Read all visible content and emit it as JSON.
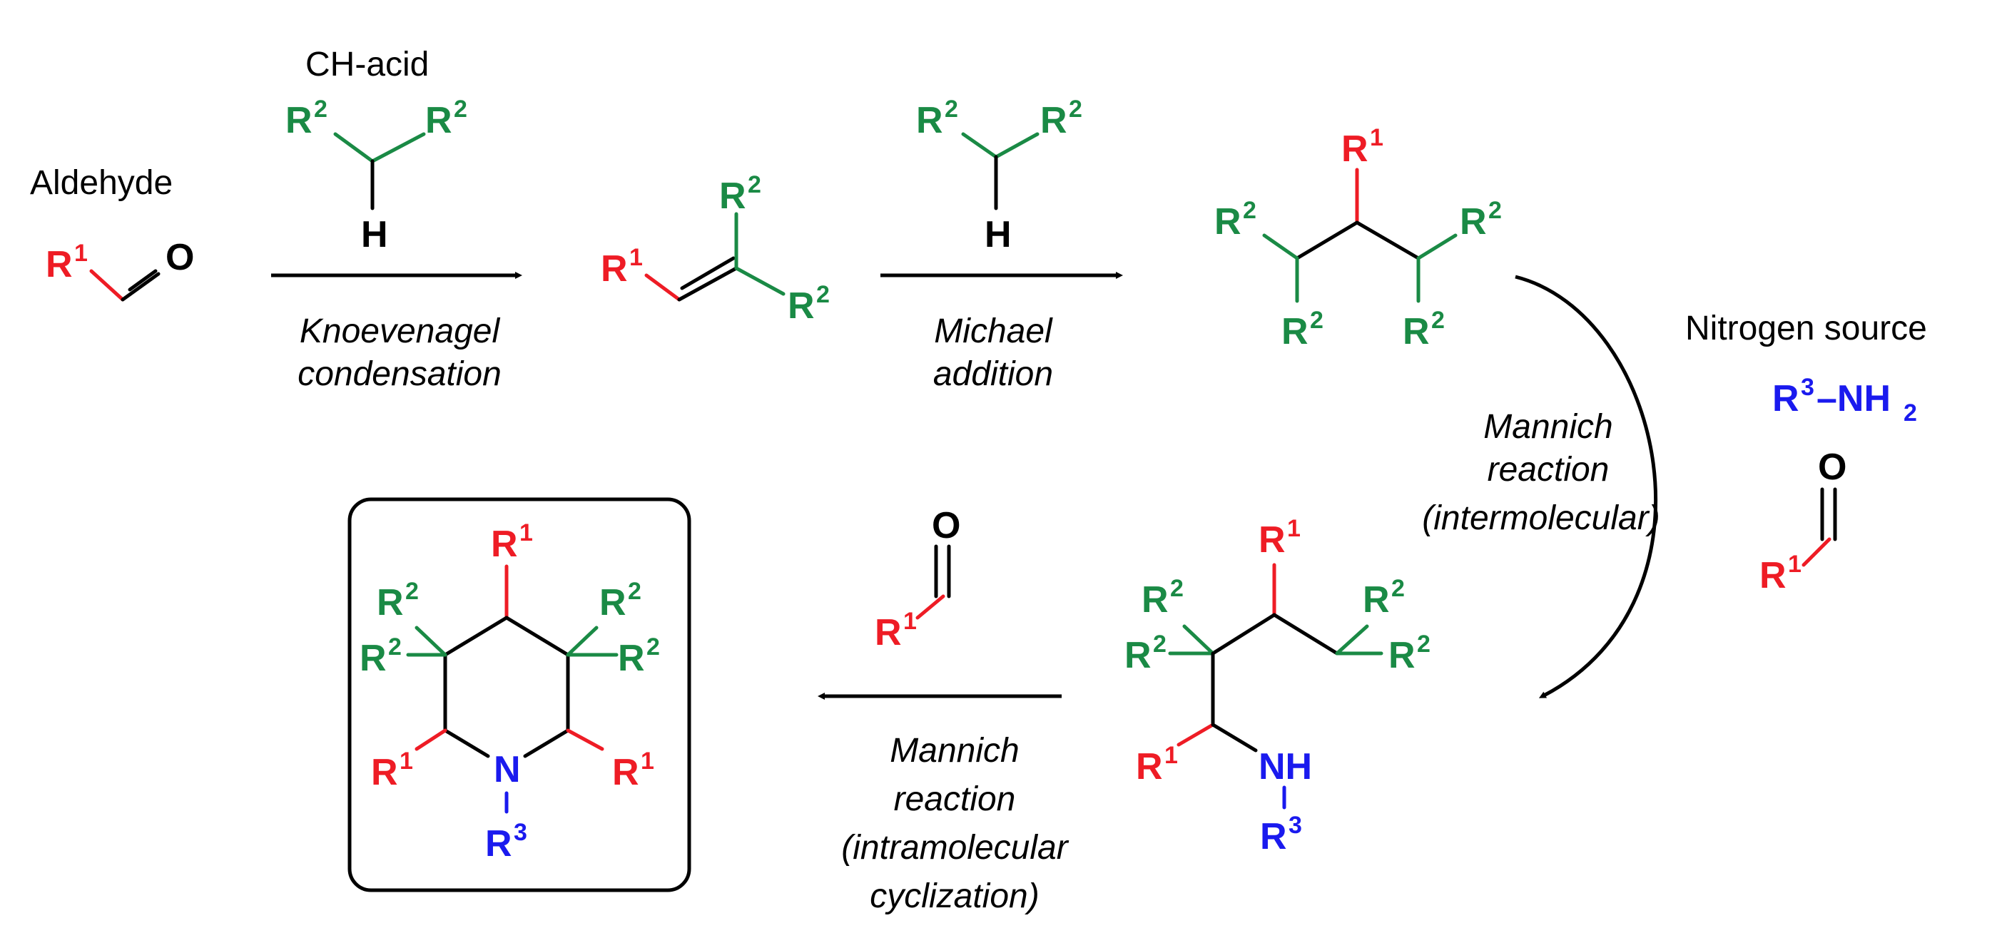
{
  "colors": {
    "r1": "#ee1c25",
    "r2": "#1a8a45",
    "r3": "#1a1aee",
    "bond": "#000000"
  },
  "labels": {
    "aldehyde": "Aldehyde",
    "ch_acid": "CH-acid",
    "nitrogen_source": "Nitrogen source"
  },
  "atoms": {
    "r": "R",
    "sup1": "1",
    "sup2": "2",
    "sup3": "3",
    "h": "H",
    "o": "O",
    "n": "N",
    "nh": "NH",
    "amine_r": "R",
    "amine_nh": "–NH",
    "amine_sub2": "2"
  },
  "steps": {
    "knoevenagel": [
      "Knoevenagel",
      "condensation"
    ],
    "michael": [
      "Michael",
      "addition"
    ],
    "mannich_inter": [
      "Mannich",
      "reaction",
      "(intermolecular)"
    ],
    "mannich_intra": [
      "Mannich",
      "reaction",
      "(intramolecular",
      "cyclization)"
    ]
  }
}
